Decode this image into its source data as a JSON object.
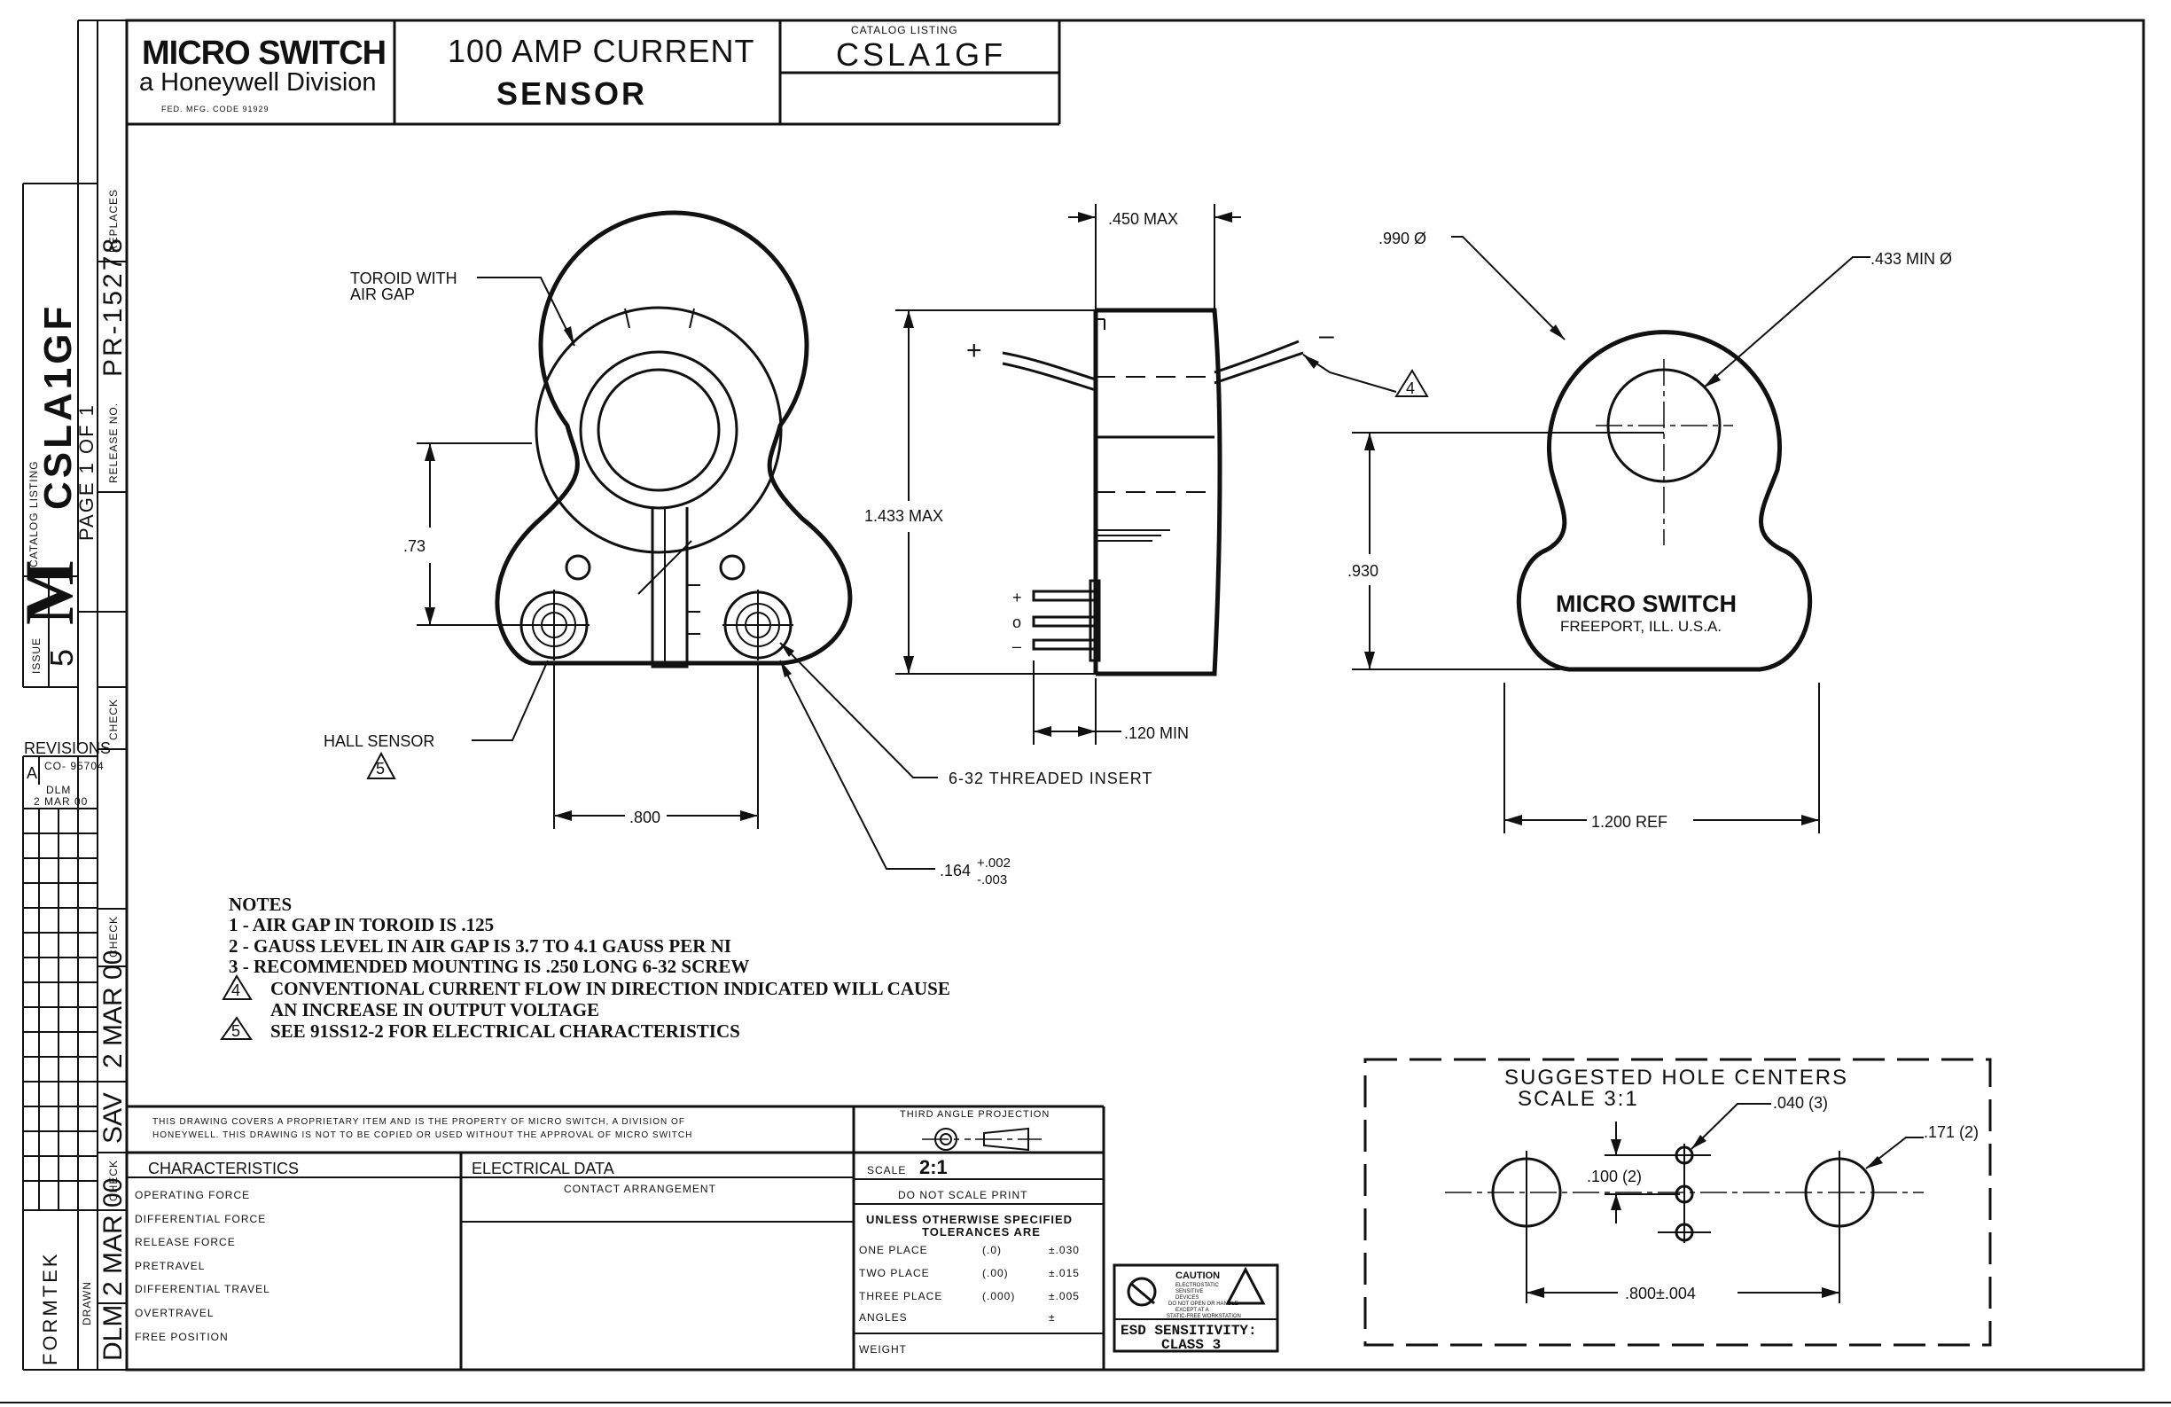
{
  "title_block": {
    "company": "MICRO SWITCH",
    "division": "a Honeywell Division",
    "mfg_code": "FED. MFG. CODE 91929",
    "title_line1": "100 AMP CURRENT",
    "title_line2": "SENSOR",
    "catalog_label": "CATALOG LISTING",
    "catalog_number": "CSLA1GF"
  },
  "left_strip": {
    "replaces_label": "REPLACES",
    "release_label": "RELEASE NO.",
    "release_number": "PR-15278",
    "catalog_label": "CATALOG LISTING",
    "catalog_number": "CSLA1GF",
    "page": "PAGE 1 OF 1",
    "logo": "M",
    "issue_label": "ISSUE",
    "issue": "5",
    "check_label": "CHECK",
    "check_label_2": "CHECK",
    "check_label_3": "CHECK",
    "revisions_label": "REVISIONS",
    "rev_letter": "A",
    "rev_co": "CO-\n95704",
    "rev_by": "DLM",
    "rev_date": "2 MAR 00",
    "date_1": "2 MAR 00",
    "initials_1": "SAV",
    "date_2": "2 MAR 00",
    "drawn_label": "DRAWN",
    "initials_2": "DLM",
    "formtek": "FORMTEK"
  },
  "front_view": {
    "toroid_label_1": "TOROID WITH",
    "toroid_label_2": "AIR GAP",
    "dim_73": ".73",
    "hall_label": "HALL SENSOR",
    "hall_note_ref": "5",
    "dim_800": ".800",
    "insert_label": "6-32 THREADED INSERT",
    "hole_dim": ".164",
    "hole_tol_plus": "+.002",
    "hole_tol_minus": "-.003"
  },
  "side_view": {
    "dim_450": ".450 MAX",
    "dim_1433": "1.433 MAX",
    "dim_120": ".120 MIN",
    "lead_plus": "+",
    "lead_minus": "–",
    "pin_plus": "+",
    "pin_zero": "o",
    "pin_minus": "–",
    "note_ref": "4"
  },
  "right_view": {
    "dim_990": ".990 Ø",
    "dim_433": ".433 MIN Ø",
    "dim_930": ".930",
    "dim_1200": "1.200 REF",
    "brand": "MICRO SWITCH",
    "location": "FREEPORT, ILL. U.S.A."
  },
  "notes": {
    "heading": "NOTES",
    "items": [
      "1 - AIR GAP IN TOROID IS .125",
      "2 - GAUSS LEVEL IN AIR GAP IS 3.7   TO 4.1   GAUSS PER NI",
      "3 - RECOMMENDED MOUNTING IS .250 LONG 6-32 SCREW",
      "CONVENTIONAL CURRENT FLOW IN DIRECTION INDICATED WILL CAUSE",
      "AN INCREASE IN OUTPUT VOLTAGE",
      "SEE 91SS12-2 FOR ELECTRICAL CHARACTERISTICS"
    ],
    "flag_4": "4",
    "flag_5": "5"
  },
  "hole_centers": {
    "title": "SUGGESTED HOLE CENTERS",
    "scale": "SCALE 3:1",
    "dim_040": ".040 (3)",
    "dim_171": ".171 (2)",
    "dim_100": ".100 (2)",
    "dim_800": ".800±.004"
  },
  "bottom_block": {
    "proprietary_1": "THIS DRAWING COVERS A PROPRIETARY ITEM AND IS THE PROPERTY OF MICRO SWITCH, A DIVISION OF",
    "proprietary_2": "HONEYWELL. THIS DRAWING IS NOT TO BE COPIED OR USED WITHOUT THE APPROVAL OF MICRO SWITCH",
    "projection": "THIRD ANGLE PROJECTION",
    "characteristics": "CHARACTERISTICS",
    "char_rows": [
      "OPERATING FORCE",
      "DIFFERENTIAL FORCE",
      "RELEASE FORCE",
      "PRETRAVEL",
      "DIFFERENTIAL TRAVEL",
      "OVERTRAVEL",
      "FREE POSITION"
    ],
    "electrical": "ELECTRICAL DATA",
    "contact": "CONTACT ARRANGEMENT",
    "scale_label": "SCALE",
    "scale_value": "2:1",
    "do_not_scale": "DO NOT SCALE PRINT",
    "tol_1": "UNLESS OTHERWISE SPECIFIED",
    "tol_2": "TOLERANCES ARE",
    "tol_rows": [
      {
        "label": "ONE PLACE",
        "fmt": "(.0)",
        "val": "±.030"
      },
      {
        "label": "TWO PLACE",
        "fmt": "(.00)",
        "val": "±.015"
      },
      {
        "label": "THREE PLACE",
        "fmt": "(.000)",
        "val": "±.005"
      },
      {
        "label": "ANGLES",
        "fmt": "",
        "val": "±"
      }
    ],
    "weight": "WEIGHT",
    "caution": "CAUTION",
    "caution_text": [
      "ELECTROSTATIC",
      "SENSITIVE",
      "DEVICES",
      "DO NOT OPEN OR HANDLE",
      "EXCEPT AT A",
      "STATIC-FREE WORKSTATION"
    ],
    "esd_1": "ESD SENSITIVITY:",
    "esd_2": "CLASS 3"
  }
}
